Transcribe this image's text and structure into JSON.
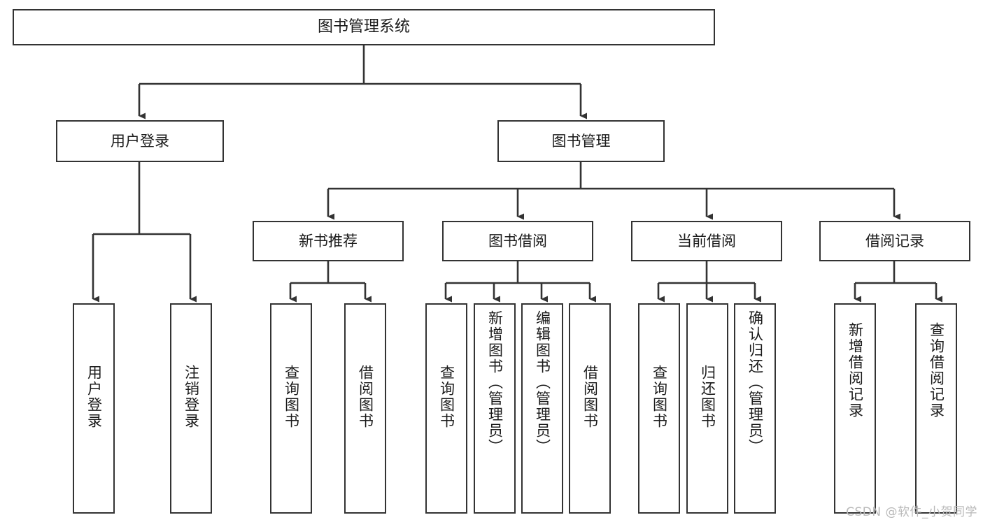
{
  "diagram": {
    "type": "tree-hierarchy",
    "title": "图书管理系统",
    "watermark": "CSDN @软件_小贺同学",
    "levels": {
      "root": {
        "label": "图书管理系统"
      },
      "level2": [
        {
          "id": "user-login",
          "label": "用户登录"
        },
        {
          "id": "book-manage",
          "label": "图书管理"
        }
      ],
      "level3": [
        {
          "id": "new-book-recommend",
          "label": "新书推荐",
          "parent": "book-manage"
        },
        {
          "id": "book-borrow",
          "label": "图书借阅",
          "parent": "book-manage"
        },
        {
          "id": "current-borrow",
          "label": "当前借阅",
          "parent": "book-manage"
        },
        {
          "id": "borrow-record",
          "label": "借阅记录",
          "parent": "book-manage"
        }
      ],
      "leaves": [
        {
          "id": "leaf-user-login",
          "label": "用户登录",
          "parent": "user-login"
        },
        {
          "id": "leaf-logout",
          "label": "注销登录",
          "parent": "user-login"
        },
        {
          "id": "leaf-query-book-1",
          "label": "查询图书",
          "parent": "new-book-recommend"
        },
        {
          "id": "leaf-borrow-book-1",
          "label": "借阅图书",
          "parent": "new-book-recommend"
        },
        {
          "id": "leaf-query-book-2",
          "label": "查询图书",
          "parent": "book-borrow"
        },
        {
          "id": "leaf-add-book",
          "label": "新增图书（管理员）",
          "parent": "book-borrow"
        },
        {
          "id": "leaf-edit-book",
          "label": "编辑图书（管理员）",
          "parent": "book-borrow"
        },
        {
          "id": "leaf-borrow-book-2",
          "label": "借阅图书",
          "parent": "book-borrow"
        },
        {
          "id": "leaf-query-book-3",
          "label": "查询图书",
          "parent": "current-borrow"
        },
        {
          "id": "leaf-return-book",
          "label": "归还图书",
          "parent": "current-borrow"
        },
        {
          "id": "leaf-confirm-return",
          "label": "确认归还（管理员）",
          "parent": "current-borrow"
        },
        {
          "id": "leaf-add-record",
          "label": "新增借阅记录",
          "parent": "borrow-record"
        },
        {
          "id": "leaf-query-record",
          "label": "查询借阅记录",
          "parent": "borrow-record"
        }
      ]
    },
    "colors": {
      "stroke": "#333333",
      "fill": "#ffffff",
      "text": "#1a1a1a",
      "watermark": "#b9b9b9"
    }
  }
}
